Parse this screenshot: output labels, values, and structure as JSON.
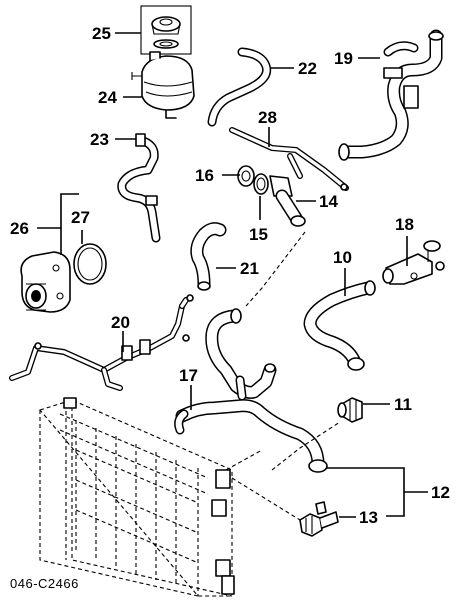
{
  "diagram": {
    "figure_code": "046-C2466",
    "callouts": [
      {
        "id": "25",
        "label": "25"
      },
      {
        "id": "24",
        "label": "24"
      },
      {
        "id": "22",
        "label": "22"
      },
      {
        "id": "19",
        "label": "19"
      },
      {
        "id": "28",
        "label": "28"
      },
      {
        "id": "23",
        "label": "23"
      },
      {
        "id": "16",
        "label": "16"
      },
      {
        "id": "14",
        "label": "14"
      },
      {
        "id": "15",
        "label": "15"
      },
      {
        "id": "26",
        "label": "26"
      },
      {
        "id": "27",
        "label": "27"
      },
      {
        "id": "18",
        "label": "18"
      },
      {
        "id": "10",
        "label": "10"
      },
      {
        "id": "21",
        "label": "21"
      },
      {
        "id": "20",
        "label": "20"
      },
      {
        "id": "17",
        "label": "17"
      },
      {
        "id": "11",
        "label": "11"
      },
      {
        "id": "12",
        "label": "12"
      },
      {
        "id": "13",
        "label": "13"
      }
    ]
  }
}
